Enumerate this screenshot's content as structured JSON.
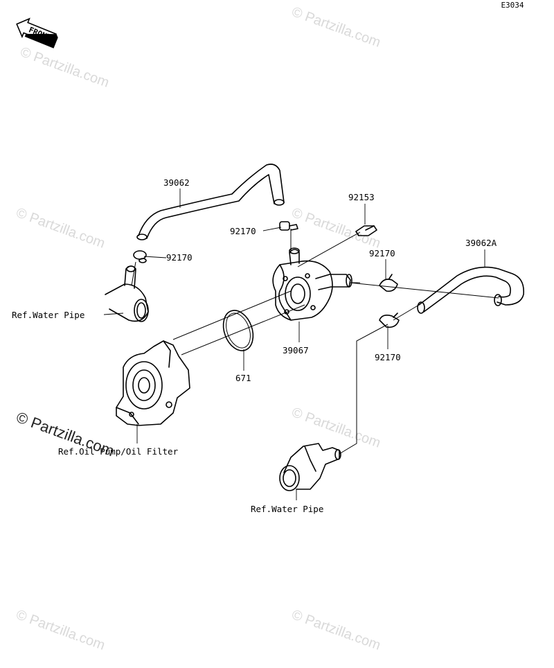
{
  "diagram_code": "E3034",
  "front_label": "FRONT",
  "watermark": {
    "copyright": "©",
    "text": "Partzilla.com"
  },
  "callouts": {
    "hose_39062": "39062",
    "clamp_92170_left": "92170",
    "clamp_92170_top": "92170",
    "bolt_92153": "92153",
    "clamp_92170_right_top": "92170",
    "hose_39062a": "39062A",
    "cooler_39067": "39067",
    "clamp_92170_right_bottom": "92170",
    "oring_671": "671"
  },
  "references": {
    "water_pipe_left": "Ref.Water Pipe",
    "oil_pump_filter": "Ref.Oil Pump/Oil Filter",
    "water_pipe_bottom": "Ref.Water Pipe"
  }
}
